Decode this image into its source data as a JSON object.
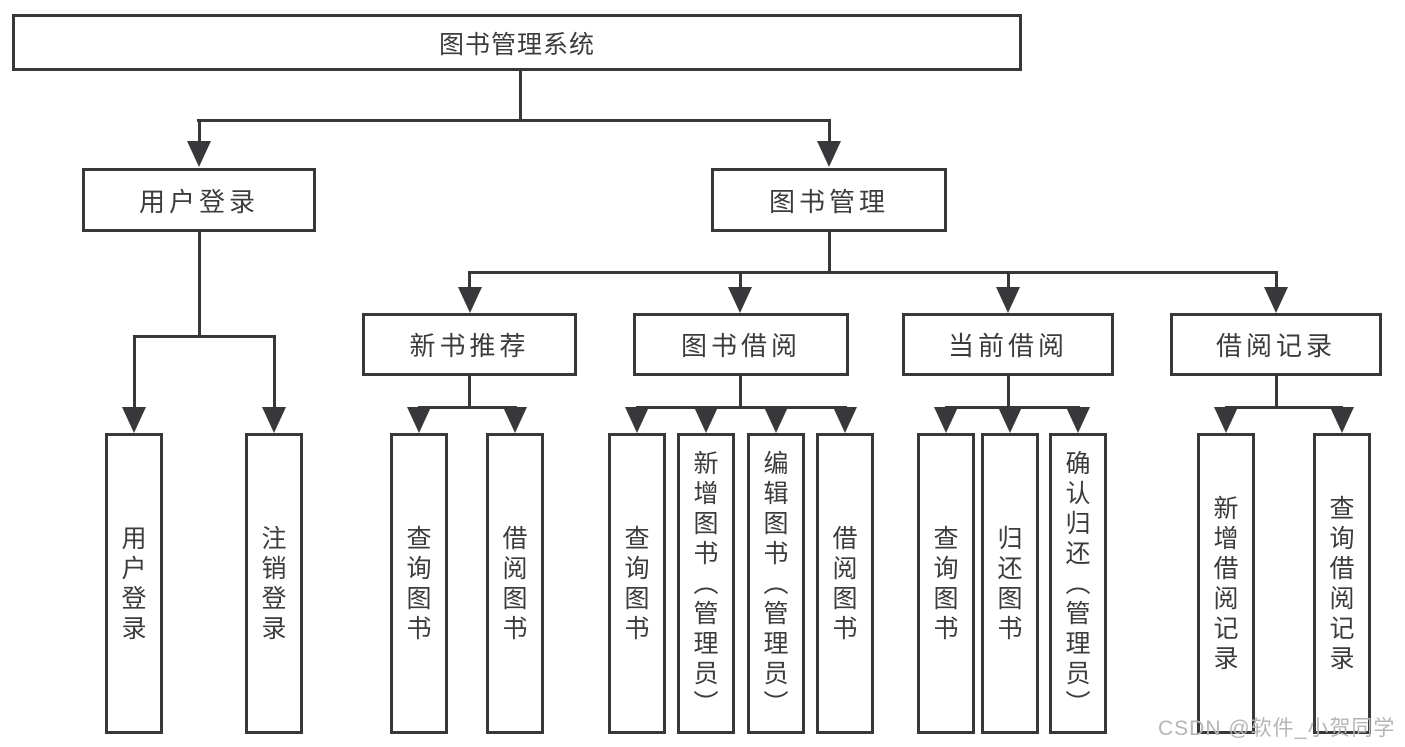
{
  "diagram": {
    "root": {
      "label": "图书管理系统"
    },
    "branches": [
      {
        "label": "用户登录",
        "children": [
          {
            "label": "用户登录"
          },
          {
            "label": "注销登录"
          }
        ]
      },
      {
        "label": "图书管理",
        "children": [
          {
            "label": "新书推荐",
            "children": [
              {
                "label": "查询图书"
              },
              {
                "label": "借阅图书"
              }
            ]
          },
          {
            "label": "图书借阅",
            "children": [
              {
                "label": "查询图书"
              },
              {
                "label": "新增图书（管理员）"
              },
              {
                "label": "编辑图书（管理员）"
              },
              {
                "label": "借阅图书"
              }
            ]
          },
          {
            "label": "当前借阅",
            "children": [
              {
                "label": "查询图书"
              },
              {
                "label": "归还图书"
              },
              {
                "label": "确认归还（管理员）"
              }
            ]
          },
          {
            "label": "借阅记录",
            "children": [
              {
                "label": "新增借阅记录"
              },
              {
                "label": "查询借阅记录"
              }
            ]
          }
        ]
      }
    ]
  },
  "watermark": {
    "text": "CSDN @软件_小贺同学"
  },
  "colors": {
    "line": "#38383b",
    "text": "#3c3c3f",
    "watermark": "#b5b5b5",
    "background": "#ffffff"
  }
}
